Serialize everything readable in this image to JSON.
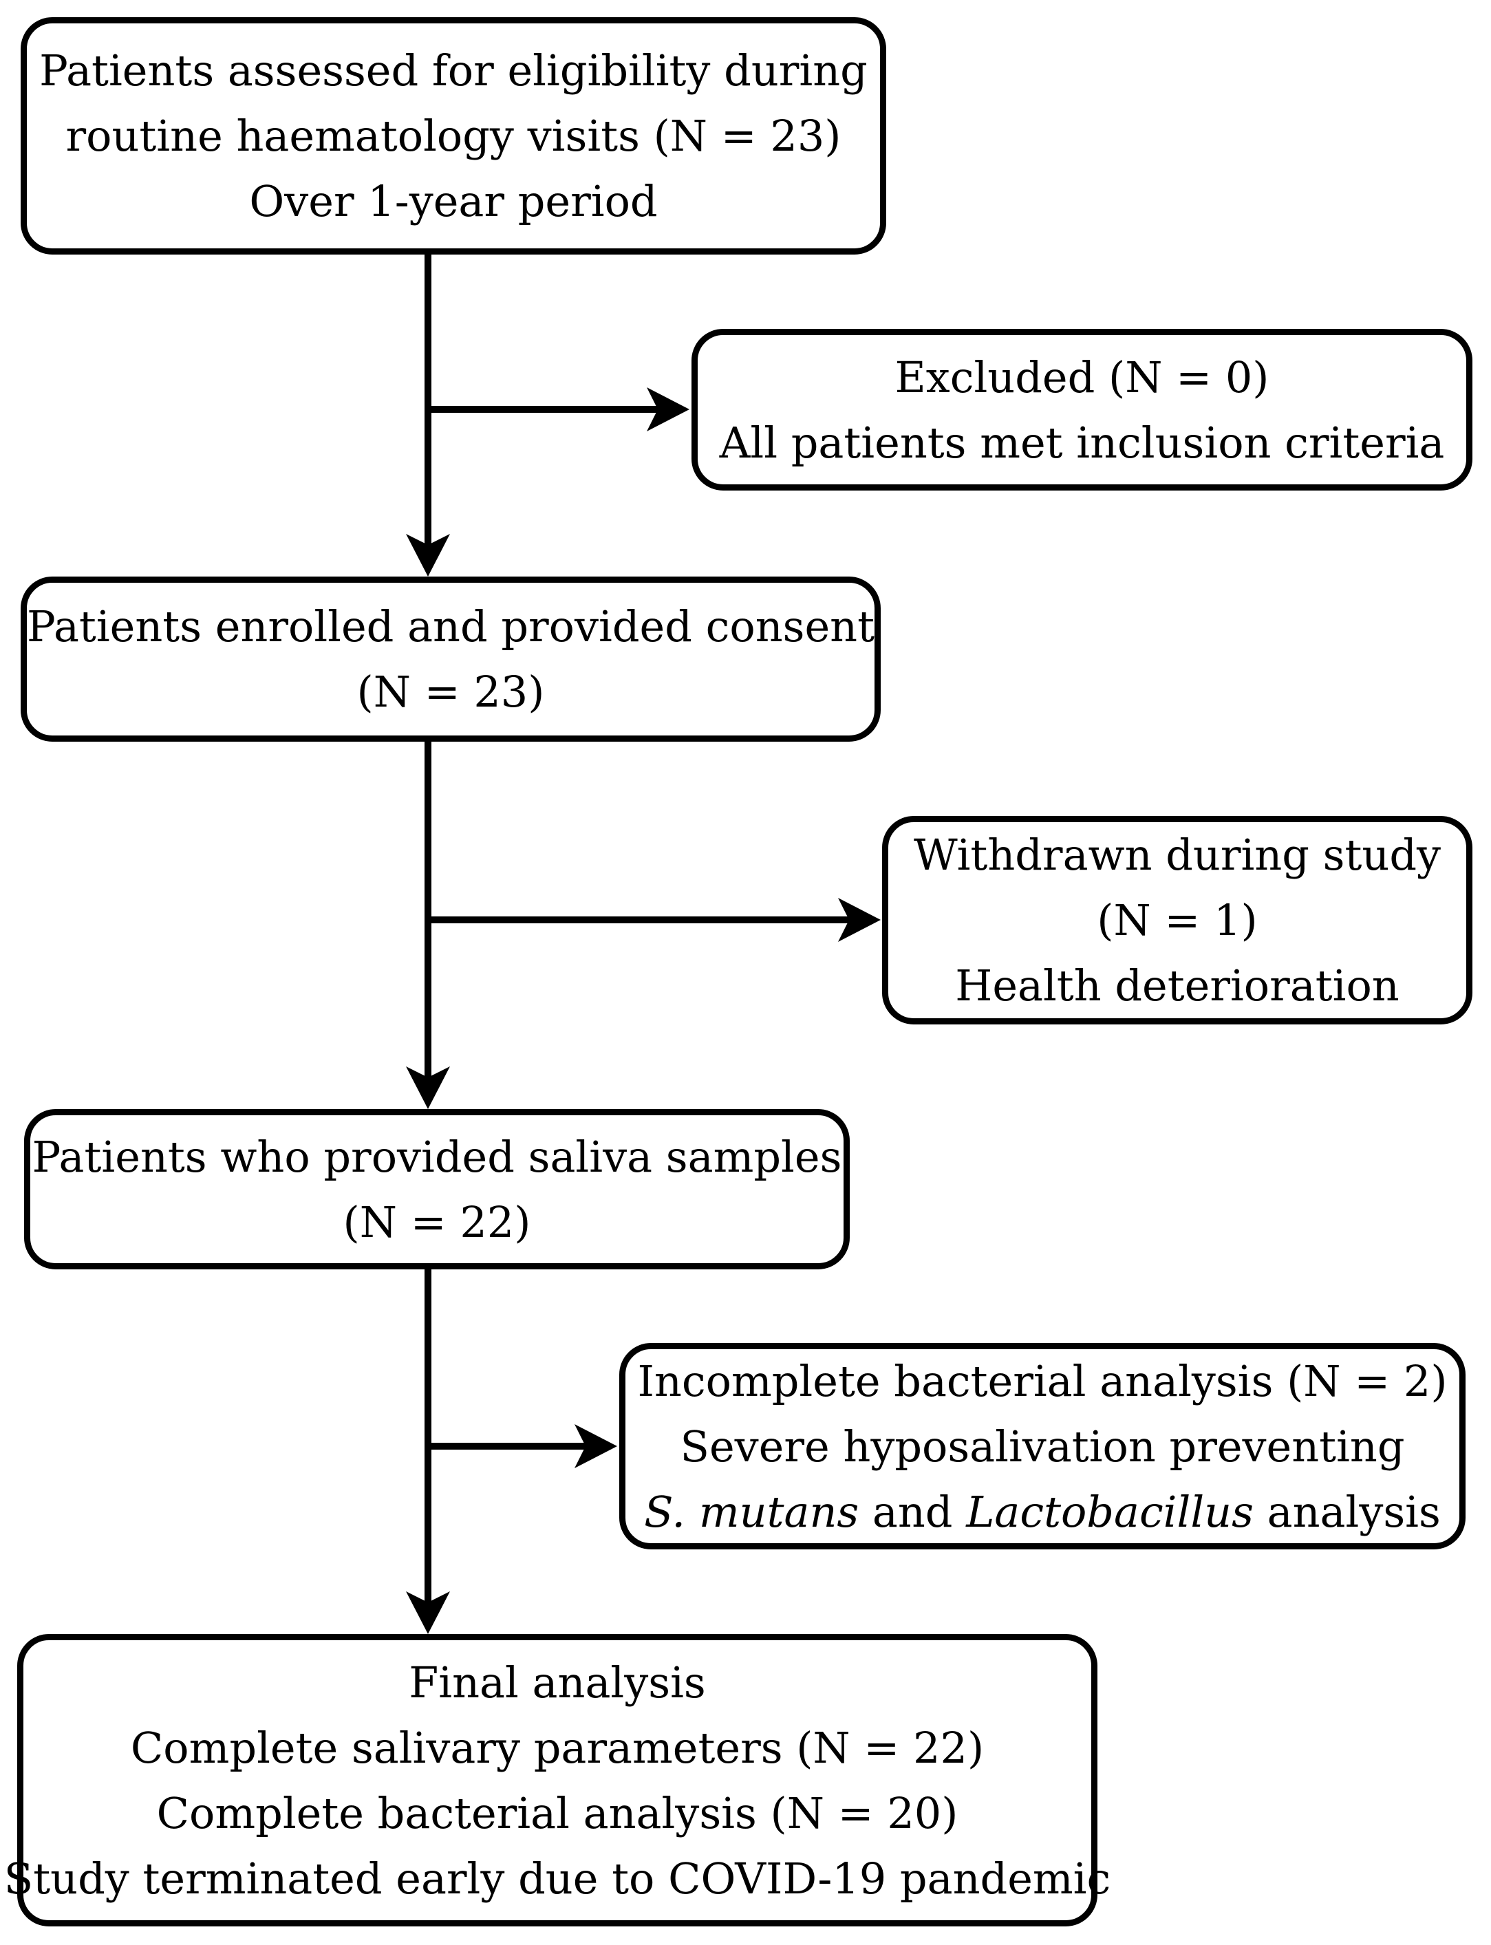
{
  "figure": {
    "type": "patient-flow-diagram",
    "colors": {
      "stroke": "#000000",
      "box_fill": "#ffffff",
      "background": "#ffffff",
      "text": "#000000"
    }
  },
  "boxes": {
    "eligibility": {
      "lines": [
        "Patients assessed for eligibility during",
        "routine haematology visits (N = 23)",
        "Over 1-year period"
      ]
    },
    "excluded": {
      "lines": [
        "Excluded (N = 0)",
        "All patients met inclusion criteria"
      ]
    },
    "enrolled": {
      "lines": [
        "Patients enrolled and provided consent",
        "(N = 23)"
      ]
    },
    "withdrawn": {
      "lines": [
        "Withdrawn during study",
        "(N = 1)",
        "Health deterioration"
      ]
    },
    "saliva": {
      "lines": [
        "Patients who provided saliva samples",
        "(N = 22)"
      ]
    },
    "incomplete": {
      "line1": "Incomplete bacterial analysis (N = 2)",
      "line2": "Severe hyposalivation preventing",
      "line3": {
        "italic1": "S. mutans",
        "mid": " and ",
        "italic2": "Lactobacillus",
        "end": " analysis"
      }
    },
    "final": {
      "lines": [
        "Final analysis",
        "Complete salivary parameters (N = 22)",
        "Complete bacterial analysis (N = 20)",
        "Study terminated early due to COVID-19 pandemic"
      ]
    }
  }
}
